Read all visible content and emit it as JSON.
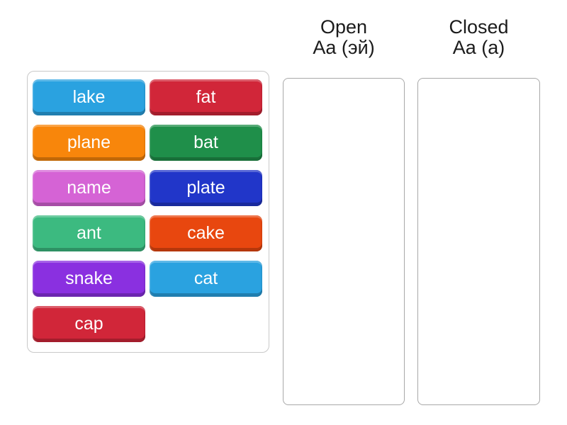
{
  "page": {
    "background": "#ffffff",
    "text_color": "#1b1b1b"
  },
  "groups": [
    {
      "id": "open",
      "title_line1": "Open",
      "title_line2": "Aa (эй)"
    },
    {
      "id": "closed",
      "title_line1": "Closed",
      "title_line2": "Aa (а)"
    }
  ],
  "tiles": [
    {
      "label": "lake",
      "color": "#2aa2e0"
    },
    {
      "label": "fat",
      "color": "#d12639"
    },
    {
      "label": "plane",
      "color": "#f8860b"
    },
    {
      "label": "bat",
      "color": "#1f8f4a"
    },
    {
      "label": "name",
      "color": "#d563d5"
    },
    {
      "label": "plate",
      "color": "#2136c9"
    },
    {
      "label": "ant",
      "color": "#3cba80"
    },
    {
      "label": "cake",
      "color": "#e8470f"
    },
    {
      "label": "snake",
      "color": "#8a30e0"
    },
    {
      "label": "cat",
      "color": "#2aa2e0"
    },
    {
      "label": "cap",
      "color": "#d12639"
    }
  ]
}
